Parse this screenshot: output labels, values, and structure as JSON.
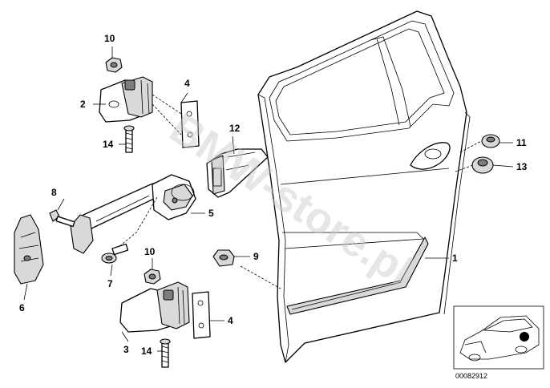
{
  "watermark": "BMW-store.pl",
  "diagram_code": "00082912",
  "callouts": [
    {
      "id": "c1",
      "label": "1"
    },
    {
      "id": "c2",
      "label": "2"
    },
    {
      "id": "c3",
      "label": "3"
    },
    {
      "id": "c4a",
      "label": "4"
    },
    {
      "id": "c4b",
      "label": "4"
    },
    {
      "id": "c5",
      "label": "5"
    },
    {
      "id": "c6",
      "label": "6"
    },
    {
      "id": "c7",
      "label": "7"
    },
    {
      "id": "c8",
      "label": "8"
    },
    {
      "id": "c9",
      "label": "9"
    },
    {
      "id": "c10a",
      "label": "10"
    },
    {
      "id": "c10b",
      "label": "10"
    },
    {
      "id": "c11",
      "label": "11"
    },
    {
      "id": "c12",
      "label": "12"
    },
    {
      "id": "c13",
      "label": "13"
    },
    {
      "id": "c14a",
      "label": "14"
    },
    {
      "id": "c14b",
      "label": "14"
    }
  ]
}
